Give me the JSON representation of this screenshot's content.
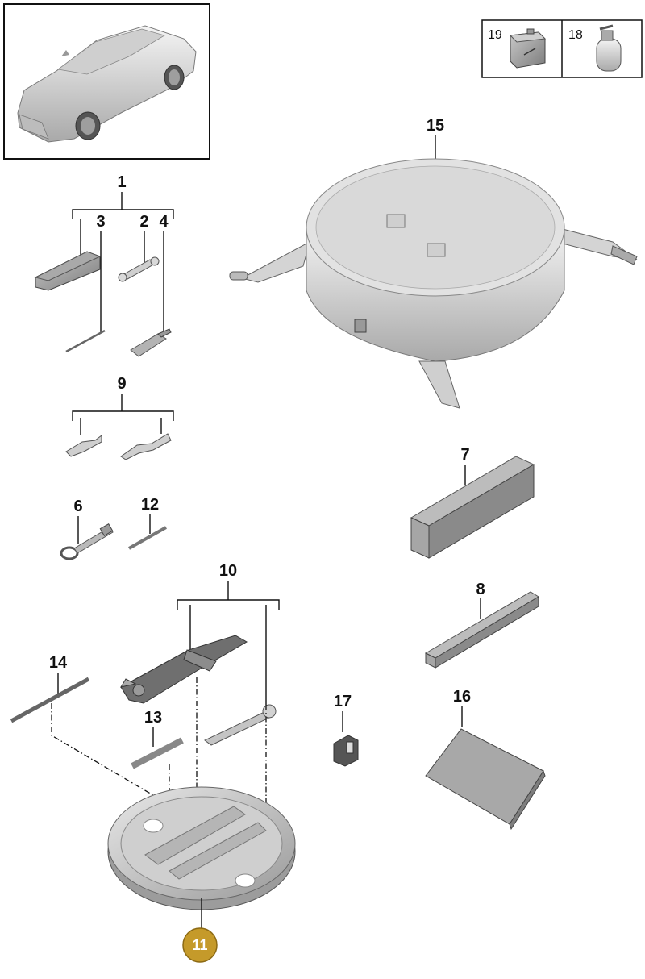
{
  "labels": {
    "p1": "1",
    "p2": "2",
    "p3": "3",
    "p4": "4",
    "p6": "6",
    "p7": "7",
    "p8": "8",
    "p9": "9",
    "p10": "10",
    "p11": "11",
    "p12": "12",
    "p13": "13",
    "p14": "14",
    "p15": "15",
    "p16": "16",
    "p17": "17",
    "p18": "18",
    "p19": "19"
  },
  "colors": {
    "badge": "#c59a2a",
    "line": "#111111"
  }
}
